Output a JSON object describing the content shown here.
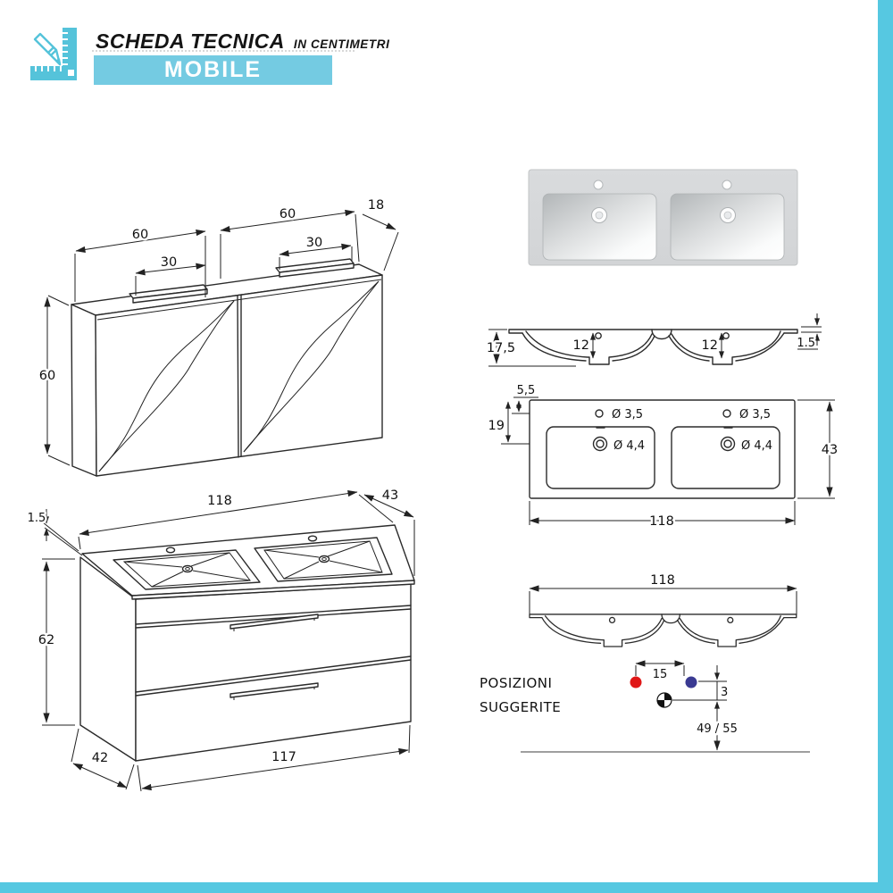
{
  "header": {
    "title": "SCHEDA TECNICA",
    "subtitle": "IN CENTIMETRI",
    "banner": "MOBILE"
  },
  "colors": {
    "accent_bar": "#56c8e1",
    "banner": "#74cbe2",
    "logo": "#55c3da",
    "line": "#2b2b2b",
    "red_marker": "#e01717",
    "blue_marker": "#3a3a92",
    "sink_gray": "#d6d8da"
  },
  "wall_cabinet": {
    "door_width_left": "60",
    "door_width_right": "60",
    "depth": "18",
    "lamp_width_left": "30",
    "lamp_width_right": "30",
    "height": "60"
  },
  "basin_section": {
    "height": "17,5",
    "bowl_depth_left": "12",
    "bowl_depth_right": "12",
    "rim_thickness": "1.5"
  },
  "basin_top": {
    "tap_offset": "5,5",
    "drain_offset": "19",
    "tap_hole_left": "Ø 3,5",
    "tap_hole_right": "Ø 3,5",
    "drain_hole_left": "Ø 4,4",
    "drain_hole_right": "Ø 4,4",
    "depth": "43",
    "width": "118"
  },
  "vanity": {
    "width": "118",
    "depth": "43",
    "top_thickness": "1.5",
    "height": "62",
    "bottom_depth": "42",
    "bottom_width": "117"
  },
  "positions": {
    "label_line1": "POSIZIONI",
    "label_line2": "SUGGERITE",
    "width": "118",
    "hole_spacing": "15",
    "drain_offset": "3",
    "height_range": "49 / 55"
  }
}
